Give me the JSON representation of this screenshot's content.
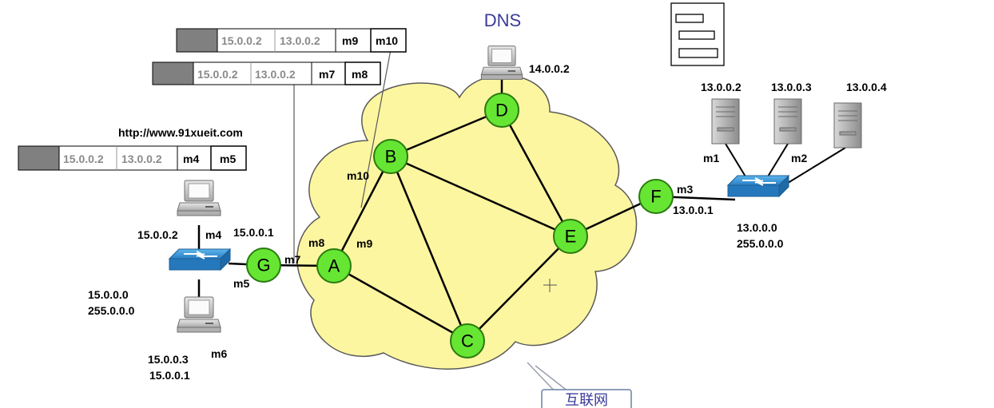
{
  "colors": {
    "cloud_fill": "#fdf6a0",
    "node_fill": "#66e633",
    "node_stroke": "#2a7a10",
    "switch_blue": "#2f86c8",
    "dns_text": "#3a3a9a",
    "header_block": "#808080"
  },
  "dns": {
    "label": "DNS",
    "ip": "14.0.0.2"
  },
  "url": "http://www.91xueit.com",
  "frames": [
    {
      "src_ip": "15.0.0.2",
      "dst_ip": "13.0.0.2",
      "mac1": "m9",
      "mac2": "m10"
    },
    {
      "src_ip": "15.0.0.2",
      "dst_ip": "13.0.0.2",
      "mac1": "m7",
      "mac2": "m8"
    },
    {
      "src_ip": "15.0.0.2",
      "dst_ip": "13.0.0.2",
      "mac1": "m4",
      "mac2": "m5"
    }
  ],
  "nodes": {
    "A": "A",
    "B": "B",
    "C": "C",
    "D": "D",
    "E": "E",
    "F": "F",
    "G": "G"
  },
  "left_network": {
    "pc1_ip": "15.0.0.2",
    "pc1_mac": "m4",
    "gw_ip": "15.0.0.1",
    "switch_port_mac": "m5",
    "net": "15.0.0.0",
    "mask": "255.0.0.0",
    "pc2_ip": "15.0.0.3",
    "pc2_gw": "15.0.0.1",
    "pc2_mac": "m6"
  },
  "router_labels": {
    "g_a_mac": "m7",
    "a_mac_up": "m8",
    "a_mac_right": "m9",
    "b_mac": "m10",
    "f_mac": "m3",
    "f_ip": "13.0.0.1"
  },
  "right_network": {
    "server1_ip": "13.0.0.2",
    "server2_ip": "13.0.0.3",
    "server3_ip": "13.0.0.4",
    "server1_mac": "m1",
    "server2_mac": "m2",
    "net": "13.0.0.0",
    "mask": "255.0.0.0"
  },
  "cloud_label": "互联网"
}
